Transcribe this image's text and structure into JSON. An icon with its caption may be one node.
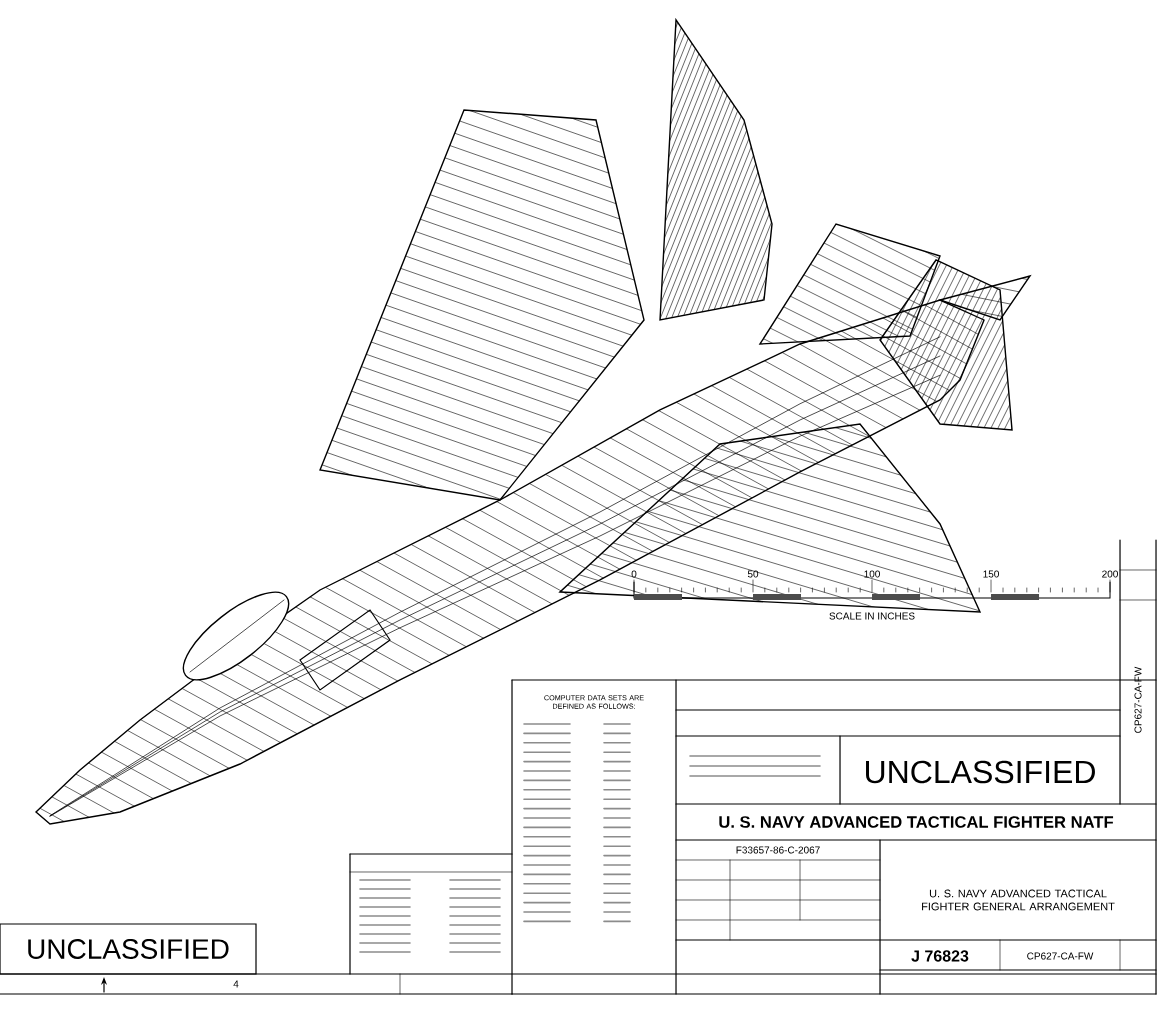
{
  "diagram": {
    "labels": [
      "0",
      "50",
      "100",
      "150",
      "200",
      "SCALE IN INCHES",
      "COMPUTER DATA SETS ARE DEFINED AS FOLLOWS:",
      "UNCLASSIFIED",
      "U. S. NAVY ADVANCED TACTICAL FIGHTER NATF",
      "F33657-86-C-2067",
      "U. S. NAVY ADVANCED TACTICAL FIGHTER GENERAL ARRANGEMENT",
      "J 76823",
      "CP627-CA-FW",
      "CP627-CA-FW",
      "UNCLASSIFIED",
      "4"
    ]
  }
}
